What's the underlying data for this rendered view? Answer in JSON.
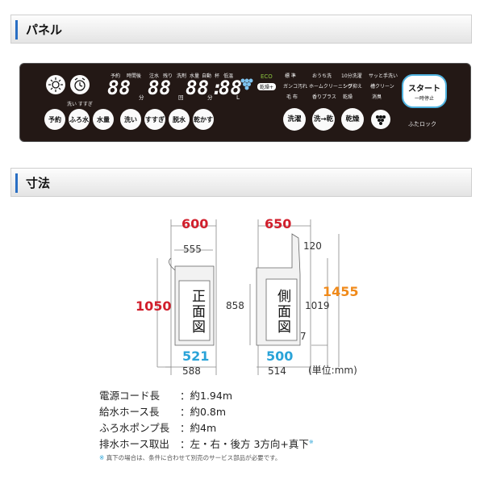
{
  "sections": {
    "panel_title": "パネル",
    "dims_title": "寸法"
  },
  "panel": {
    "top_labels": [
      "予約",
      "時間後",
      "注水",
      "残り",
      "洗剤",
      "水量",
      "自動",
      "杯",
      "低温"
    ],
    "segment_digits": "88",
    "segment_unit_min": "分",
    "segment_unit_times": "回",
    "segment_unit_liters": "L",
    "colon": ":",
    "wash_rinse_label": "洗い すすぎ",
    "eco_label": "ECO",
    "kanso_plus_label": "乾燥+",
    "buttons_left": [
      "予約",
      "ふろ水",
      "水量",
      "洗い",
      "すすぎ",
      "脱水",
      "乾かす"
    ],
    "course_labels": [
      "標 準",
      "おうち洗",
      "10分洗濯",
      "サッと手洗い",
      "ガンコ汚れ",
      "ホームクリーニング",
      "シワ抑え",
      "槽クリーン",
      "毛 布",
      "香りプラス",
      "乾燥",
      "消臭"
    ],
    "buttons_right": [
      "洗濯",
      "洗→乾",
      "乾燥"
    ],
    "start_label": "スタート",
    "pause_label": "一時停止",
    "lid_lock_label": "ふたロック"
  },
  "dimensions": {
    "width_outer": "600",
    "width_inner": "555",
    "height_main": "1050",
    "hose_height": "858",
    "base_width_blue": "521",
    "base_width": "588",
    "front_view_label": "正面図",
    "depth_outer": "650",
    "lid_clearance": "120",
    "height_open": "1455",
    "height_side": "1019",
    "bottom_gap": "7",
    "depth_blue": "500",
    "depth_base": "514",
    "side_view_label": "側面図",
    "unit_label": "(単位:mm)"
  },
  "specs": [
    {
      "label": "電源コード長",
      "value": "：約1.94m"
    },
    {
      "label": "給水ホース長",
      "value": "：約0.8m"
    },
    {
      "label": "ふろ水ポンプ長",
      "value": "：約4m"
    },
    {
      "label": "排水ホース取出",
      "value": "：左・右・後方 3方向+真下"
    }
  ],
  "spec_mark": "※",
  "note_mark": "※",
  "note_text": "真下の場合は、条件に合わせて別売のサービス部品が必要です。",
  "colors": {
    "panel_bg": "#231815",
    "accent_blue": "#2a6fc4",
    "red": "#d11f2c",
    "light_blue": "#2aa3d8",
    "orange": "#f08a1a"
  }
}
